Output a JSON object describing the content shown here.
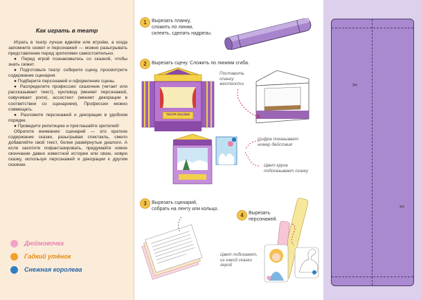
{
  "left_panel": {
    "title": "Как играть в театр",
    "paragraphs": [
      "Играть в театр лучше вдвоём или втроём, а когда запомните сюжет и персонажей — можно разыгрывать представление перед зрителями самостоятельно.",
      "● Перед игрой познакомьтесь со сказкой, чтобы знать сюжет.",
      "● Подготовьте театр: соберите сцену, просмотрите содержание сценария.",
      "● Подберите персонажей и оформление сцены.",
      "● Распределите профессии: сказочник (читает или рассказывает текст), кукловод (меняет персонажей, озвучивает роли), ассистент (меняет декорации в соответствии со сценарием). Профессии можно совмещать.",
      "● Разложите персонажей и декорации в удобном порядке.",
      "● Проведите репетицию и приглашайте зрителей!",
      "Обратите внимание: сценарий — это краткое содержание сказки, разыгрывая спектакль, смело добавляйте свой текст, более развёрнутые диалоги. А если захотите пофантазировать, придумайте новое окончание давно известной истории или свою, новую сказку, используя персонажей и декорации к другим сказкам."
    ],
    "legend": [
      {
        "label": "Дюймовочка",
        "color": "#f3a3c6"
      },
      {
        "label": "Гадкий утёнок",
        "color": "#f4a02e"
      },
      {
        "label": "Снежная королева",
        "color": "#2f7fc0"
      }
    ]
  },
  "steps": {
    "step1": {
      "num": "1",
      "text": "Вырезать планку,\nсложить по линии,\nсклеить, сделать надрезы."
    },
    "step2": {
      "num": "2",
      "text": "Вырезать сцену. Сложить по линиям сгиба."
    },
    "step3": {
      "num": "3",
      "text": "Вырезать сценарий,\nсобрать на ленту или кольцо."
    },
    "step4": {
      "num": "4",
      "text": "Вырезать\nперсонажей."
    }
  },
  "notes": {
    "plank": "Поставить\nпланку\nжесткости",
    "number": "Цифра показывает\nномер действия",
    "color_circle": "Цвет круга\nподсказывает сказку",
    "color_hint": "Цвет подскажет,\nиз какой сказки\nгерой"
  },
  "stage_sign": "ТЕАТР СКАЗКИ",
  "colors": {
    "left_bg": "#fbecd9",
    "strip_fill": "#a989cf",
    "strip_bg": "#ddd0ec",
    "badge": "#f2c44c",
    "stage_purple": "#8a4aa8",
    "stage_yellow": "#f4d14a"
  },
  "icons": [
    "scissors-icon",
    "arrow-icon"
  ]
}
